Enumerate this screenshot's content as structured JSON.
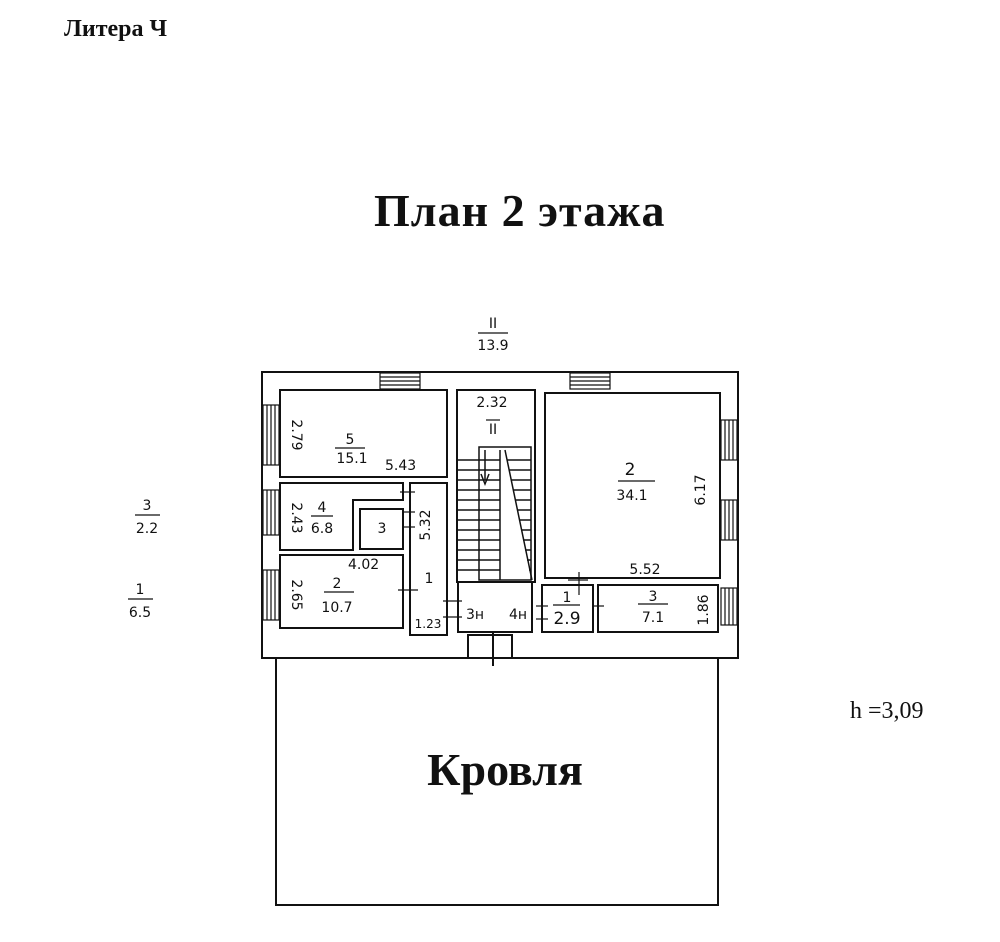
{
  "header": {
    "litera": "Литера Ч",
    "title": "План 2 этажа"
  },
  "height_note": "h =3,09",
  "roof_label": "Кровля",
  "floor_total": {
    "number": "II",
    "area": "13.9"
  },
  "side_notes": [
    {
      "number": "3",
      "area": "2.2"
    },
    {
      "number": "1",
      "area": "6.5"
    }
  ],
  "rooms": {
    "r5": {
      "number": "5",
      "area": "15.1",
      "dim_h": "2.79",
      "dim_w": "5.43"
    },
    "r4": {
      "number": "4",
      "area": "6.8",
      "dim_h": "2.43"
    },
    "r3_closet": {
      "number": "3"
    },
    "r2_left": {
      "number": "2",
      "area": "10.7",
      "dim_h": "2.65",
      "dim_w": "4.02"
    },
    "r1_corridor": {
      "number": "1",
      "dim_h": "5.32",
      "dim_w": "1.23"
    },
    "stair": {
      "label": "II",
      "dim_w": "2.32",
      "landing_a": "3н",
      "landing_b": "4н"
    },
    "r2_big": {
      "number": "2",
      "area": "34.1",
      "dim_h": "6.17",
      "dim_w": "5.52"
    },
    "r1_small": {
      "number": "1",
      "area": "2.9"
    },
    "r3_right": {
      "number": "3",
      "area": "7.1",
      "dim_h": "1.86"
    }
  }
}
